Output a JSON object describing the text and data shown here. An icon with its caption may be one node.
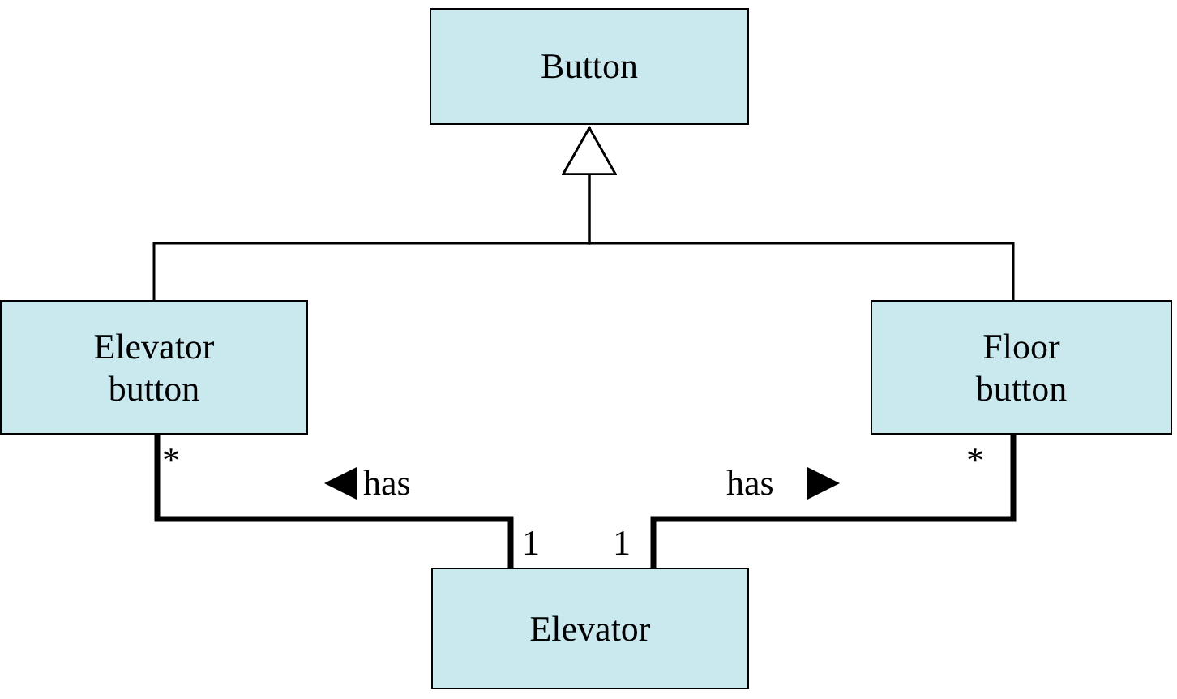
{
  "diagram": {
    "nodes": [
      {
        "text": [
          "Button"
        ]
      },
      {
        "text": [
          "Elevator button"
        ]
      },
      {
        "text": [
          "Floor button"
        ]
      },
      {
        "text": [
          "Elevator"
        ]
      }
    ],
    "edges": [
      {
        "from": 1,
        "to": 0,
        "arrow": "to"
      },
      {
        "from": 2,
        "to": 0,
        "arrow": "to"
      },
      {
        "from": 1,
        "to": 3,
        "arrow": "none",
        "label": "has",
        "style": "thick"
      },
      {
        "from": 2,
        "to": 3,
        "arrow": "none",
        "label": "has",
        "style": "thick"
      }
    ],
    "labels": [
      "*",
      "*",
      "1",
      "1"
    ]
  }
}
